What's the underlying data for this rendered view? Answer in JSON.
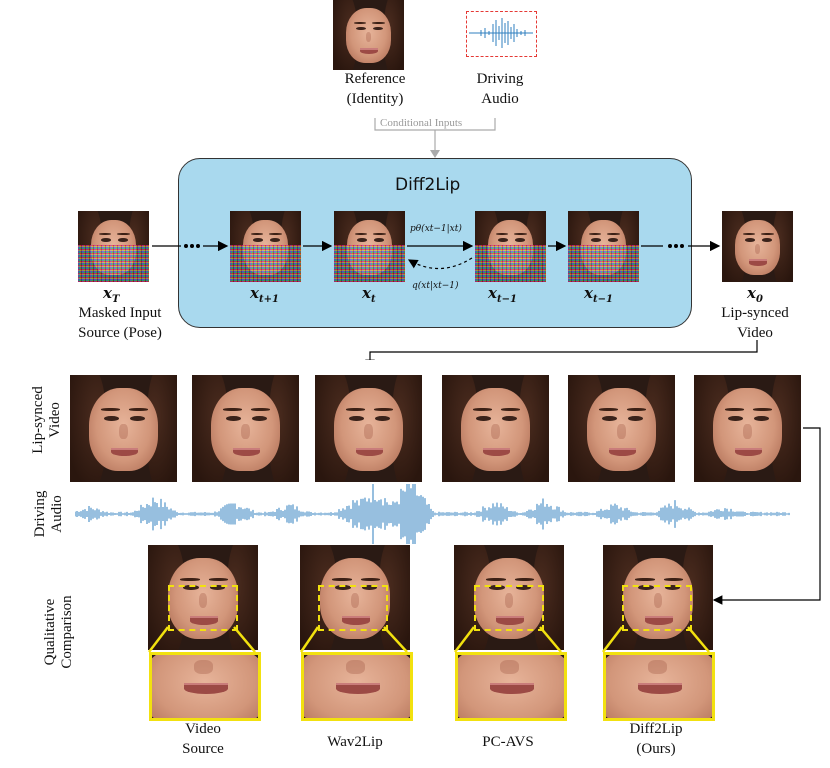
{
  "conditional_inputs": {
    "reference_label": "Reference\n(Identity)",
    "reference_line1": "Reference",
    "reference_line2": "(Identity)",
    "audio_line1": "Driving",
    "audio_line2": "Audio",
    "group_label": "Conditional Inputs"
  },
  "diffusion": {
    "title": "Diff2Lip",
    "x_T": "x",
    "x_T_sub": "T",
    "x_t1": "x",
    "x_t1_sub": "t+1",
    "x_t": "x",
    "x_t_sub": "t",
    "x_tm1": "x",
    "x_tm1_sub": "t−1",
    "x_tm1b": "x",
    "x_tm1b_sub": "t−1",
    "x_0": "x",
    "x_0_sub": "0",
    "p_label": "p",
    "p_label_rest": "θ(xt−1|xt)",
    "q_label": "q(xt|xt−1)",
    "input_line1": "Masked Input",
    "input_line2": "Source (Pose)",
    "output_line1": "Lip-synced",
    "output_line2": "Video"
  },
  "rows": {
    "video_label_line1": "Lip-synced",
    "video_label_line2": "Video",
    "audio_label_line1": "Driving",
    "audio_label_line2": "Audio",
    "qual_label_line1": "Qualitative",
    "qual_label_line2": "Comparison"
  },
  "comparison": [
    {
      "line1": "Video",
      "line2": "Source"
    },
    {
      "line1": "Wav2Lip",
      "line2": ""
    },
    {
      "line1": "PC-AVS",
      "line2": ""
    },
    {
      "line1": "Diff2Lip",
      "line2": "(Ours)"
    }
  ],
  "colors": {
    "diff_box": "#a9d9ee",
    "wave": "#2f7fbf",
    "highlight": "#f2e10f",
    "audio_box": "#e53935"
  }
}
